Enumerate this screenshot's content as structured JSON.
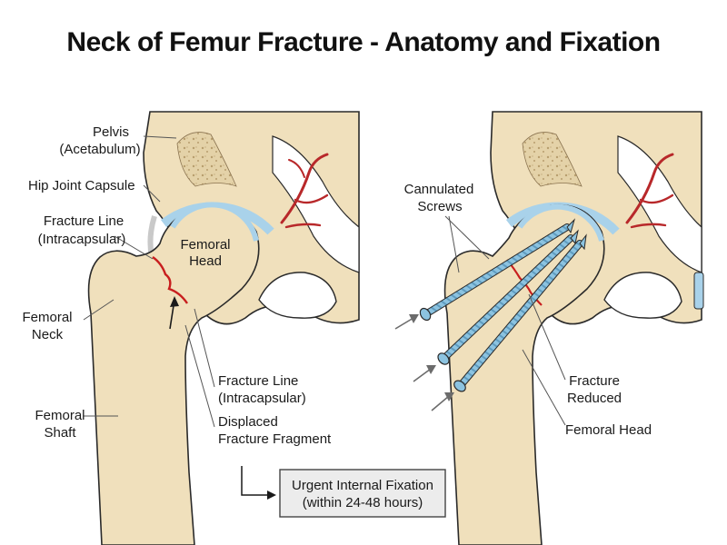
{
  "title": "Neck of Femur Fracture - Anatomy and Fixation",
  "colors": {
    "bone": "#f0e0bc",
    "bone_outline": "#2a2a2a",
    "cartilage": "#a9d2ea",
    "spongy": "#ddc89c",
    "artery": "#b8282a",
    "screw": "#8cc3e0",
    "fracture": "#c81e1e",
    "box_fill": "#ececec"
  },
  "left_panel": {
    "labels": {
      "pelvis": [
        "Pelvis",
        "(Acetabulum)"
      ],
      "capsule": "Hip Joint Capsule",
      "fracture_line_top": [
        "Fracture Line",
        "(Intracapsular)"
      ],
      "femoral_head": [
        "Femoral",
        "Head"
      ],
      "femoral_neck": [
        "Femoral",
        "Neck"
      ],
      "femoral_shaft": [
        "Femoral",
        "Shaft"
      ],
      "fracture_line_bottom": [
        "Fracture Line",
        "(Intracapsular)"
      ],
      "displaced_fragment": [
        "Displaced",
        "Fracture Fragment"
      ]
    }
  },
  "right_panel": {
    "labels": {
      "screws": [
        "Cannulated",
        "Screws"
      ],
      "fracture_reduced": [
        "Fracture",
        "Reduced"
      ],
      "femoral_head": "Femoral Head"
    }
  },
  "callout": [
    "Urgent Internal Fixation",
    "(within 24-48 hours)"
  ]
}
